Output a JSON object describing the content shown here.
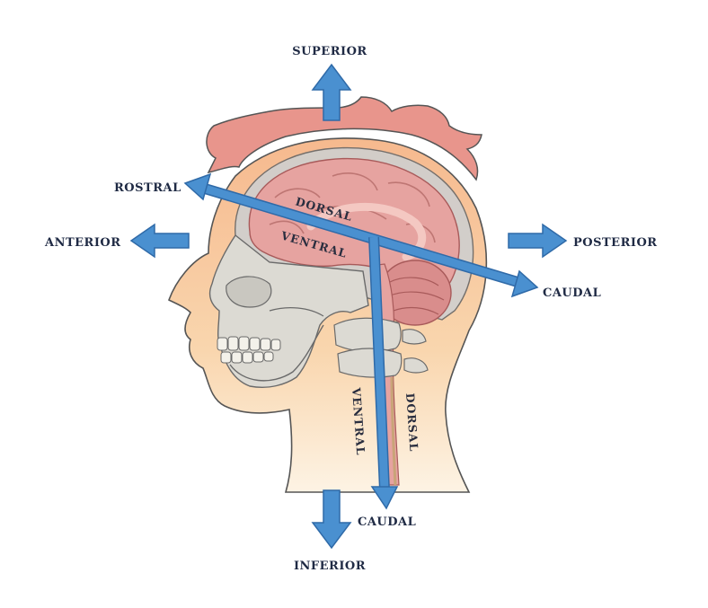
{
  "labels": {
    "superior": "SUPERIOR",
    "inferior": "INFERIOR",
    "anterior": "ANTERIOR",
    "posterior": "POSTERIOR",
    "rostral": "ROSTRAL",
    "caudal_upper": "CAUDAL",
    "caudal_lower": "CAUDAL",
    "dorsal_brain": "DORSAL",
    "ventral_brain": "VENTRAL",
    "ventral_spine": "VENTRAL",
    "dorsal_spine": "DORSAL"
  },
  "colors": {
    "arrow_fill": "#4a90d0",
    "arrow_stroke": "#2f6aa8",
    "skin": "#f7c79a",
    "hair": "#e8958c",
    "brain": "#e6a3a0",
    "skull": "#d8d6cf",
    "outline": "#4a4a4a"
  }
}
